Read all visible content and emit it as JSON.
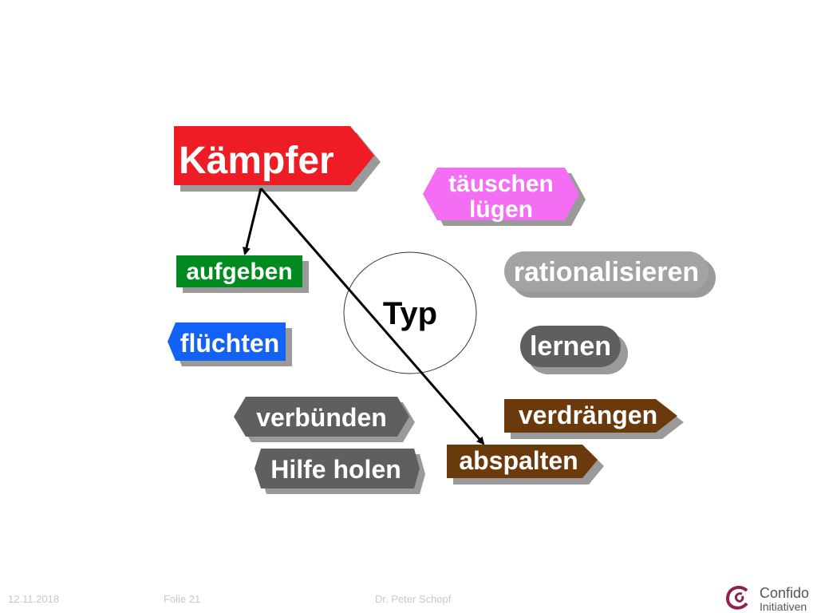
{
  "center_label": "Typ",
  "nodes": {
    "kaempfer": {
      "label": "Kämpfer",
      "color": "#ee1c25"
    },
    "taeuschen": {
      "line1": "täuschen",
      "line2": "lügen",
      "color": "#f36ef2"
    },
    "aufgeben": {
      "label": "aufgeben",
      "color": "#008a1f"
    },
    "rationalisieren": {
      "label": "rationalisieren",
      "color": "#a3a3a3"
    },
    "fluechten": {
      "label": "flüchten",
      "color": "#1461f5"
    },
    "lernen": {
      "label": "lernen",
      "color": "#5f5f5f"
    },
    "verbuenden": {
      "label": "verbünden",
      "color": "#5f5f5f"
    },
    "verdraengen": {
      "label": "verdrängen",
      "color": "#6b3a0c"
    },
    "hilfe_holen": {
      "label": "Hilfe holen",
      "color": "#5f5f5f"
    },
    "abspalten": {
      "label": "abspalten",
      "color": "#6b3a0c"
    }
  },
  "footer": {
    "date": "12.11.2018",
    "slide": "Folie 21",
    "author": "Dr. Peter Schopf"
  },
  "logo": {
    "line1": "Confido",
    "line2": "Initiativen",
    "color": "#8b2252"
  }
}
